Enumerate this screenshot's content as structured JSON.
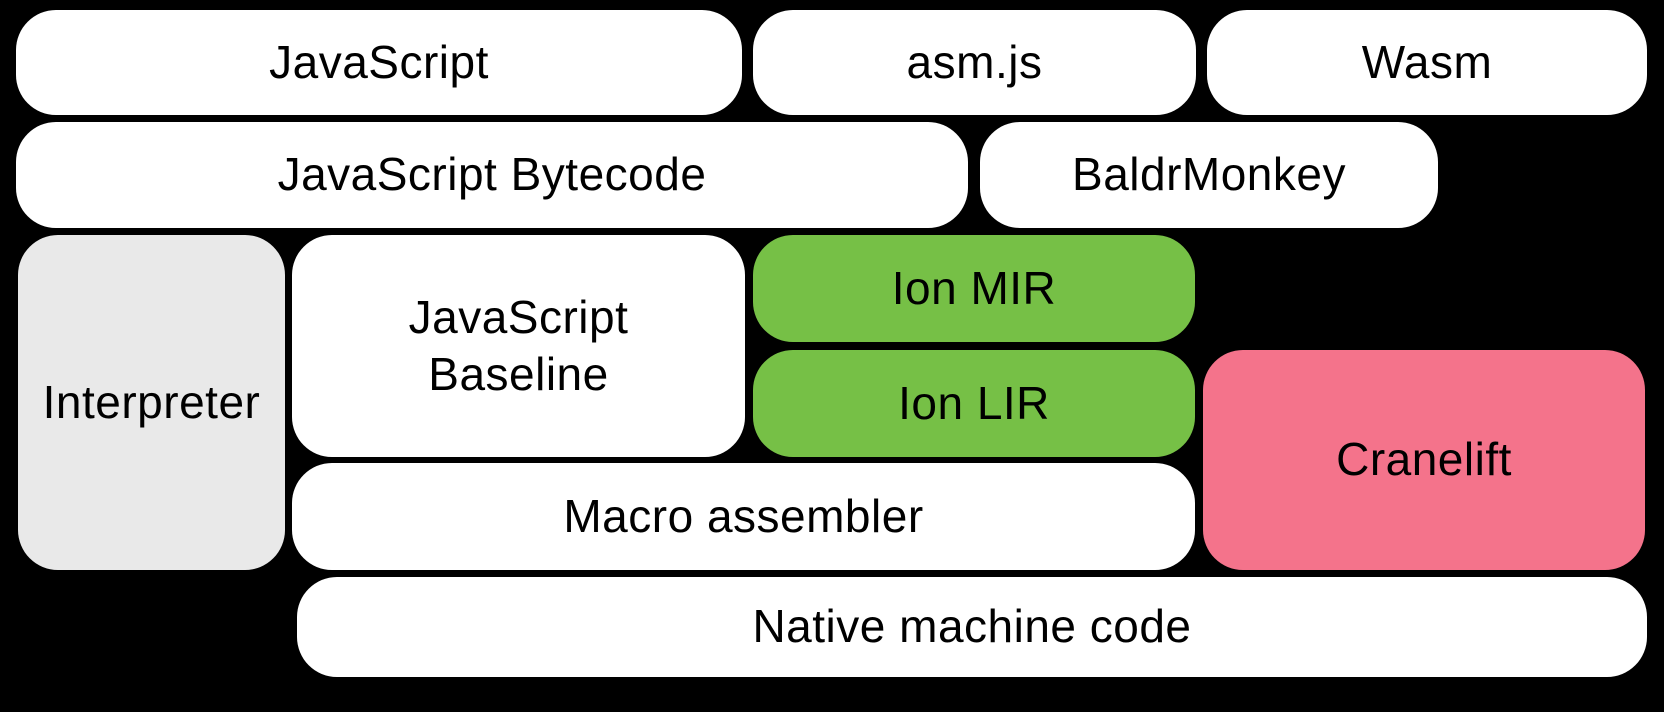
{
  "colors": {
    "background": "#000000",
    "box_white": "#ffffff",
    "box_gray": "#e9e9e9",
    "box_green": "#76c046",
    "box_pink": "#f4738b",
    "text": "#000000"
  },
  "boxes": {
    "javascript": {
      "label": "JavaScript"
    },
    "asmjs": {
      "label": "asm.js"
    },
    "wasm": {
      "label": "Wasm"
    },
    "javascript_bytecode": {
      "label": "JavaScript Bytecode"
    },
    "baldrmonkey": {
      "label": "BaldrMonkey"
    },
    "interpreter": {
      "label": "Interpreter"
    },
    "javascript_baseline": {
      "label": "JavaScript Baseline",
      "line1": "JavaScript",
      "line2": "Baseline"
    },
    "ion_mir": {
      "label": "Ion MIR"
    },
    "ion_lir": {
      "label": "Ion LIR"
    },
    "cranelift": {
      "label": "Cranelift"
    },
    "macro_assembler": {
      "label": "Macro assembler"
    },
    "native_machine_code": {
      "label": "Native machine code"
    }
  }
}
